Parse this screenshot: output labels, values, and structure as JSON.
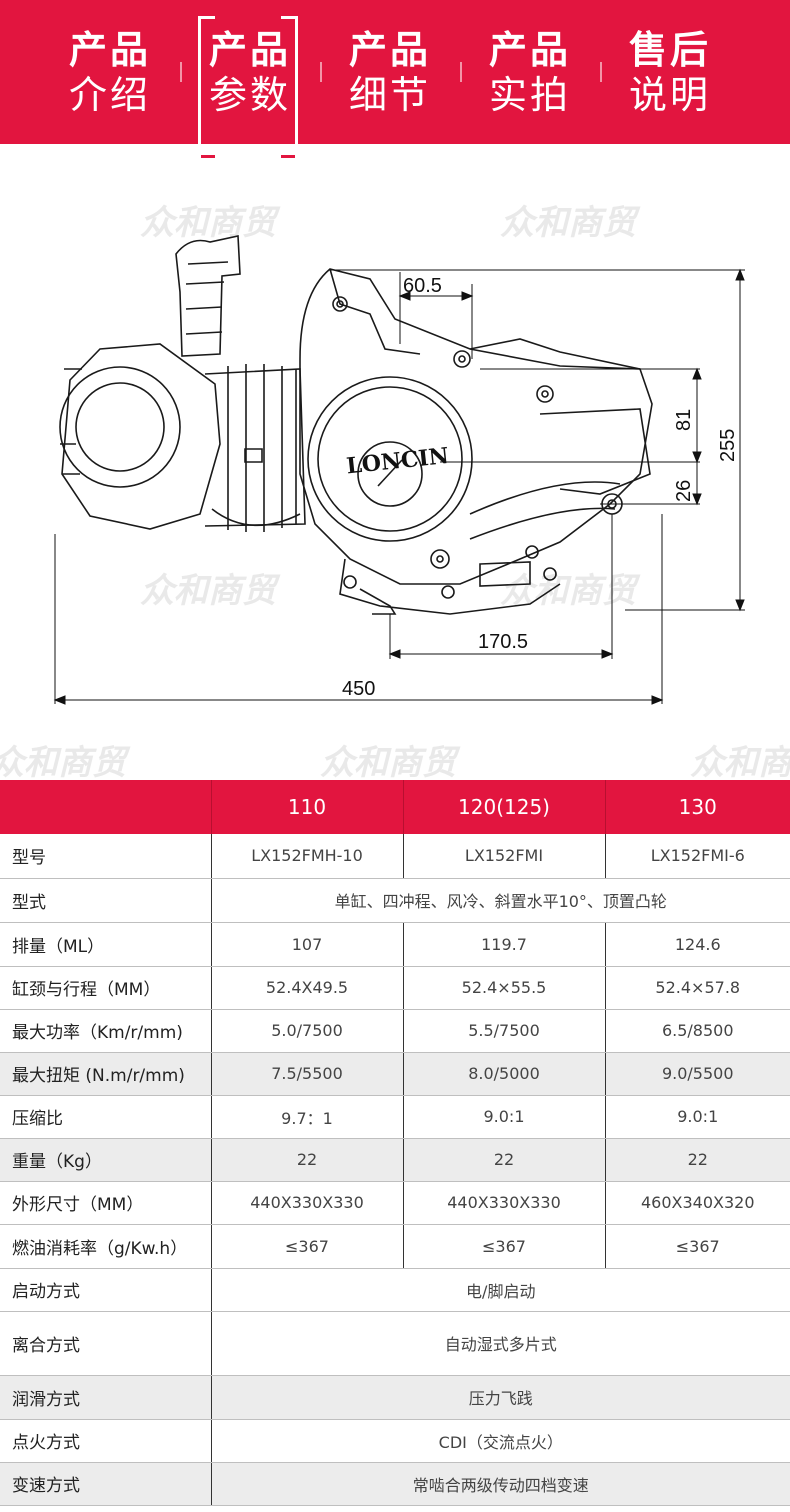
{
  "nav": {
    "tabs": [
      {
        "line1": "产品",
        "line2": "介绍",
        "active": false
      },
      {
        "line1": "产品",
        "line2": "参数",
        "active": true
      },
      {
        "line1": "产品",
        "line2": "细节",
        "active": false
      },
      {
        "line1": "产品",
        "line2": "实拍",
        "active": false
      },
      {
        "line1": "售后",
        "line2": "说明",
        "active": false
      }
    ]
  },
  "watermark": "众和商贸",
  "drawing": {
    "brand": "LONCIN",
    "dimensions": {
      "d60": "60.5",
      "d81": "81",
      "d26": "26",
      "d255": "255",
      "d170": "170.5",
      "d450": "450"
    }
  },
  "table": {
    "headers": [
      "",
      "110",
      "120(125)",
      "130"
    ],
    "rows": [
      {
        "label": "型号",
        "values": [
          "LX152FMH-10",
          "LX152FMI",
          "LX152FMI-6"
        ]
      },
      {
        "label": "型式",
        "span": "单缸、四冲程、风冷、斜置水平10°、顶置凸轮"
      },
      {
        "label": "排量（ML）",
        "values": [
          "107",
          "119.7",
          "124.6"
        ]
      },
      {
        "label": "缸颈与行程（MM）",
        "values": [
          "52.4X49.5",
          "52.4×55.5",
          "52.4×57.8"
        ]
      },
      {
        "label": "最大功率（Km/r/mm)",
        "values": [
          "5.0/7500",
          "5.5/7500",
          "6.5/8500"
        ]
      },
      {
        "label": "最大扭矩 (N.m/r/mm)",
        "values": [
          "7.5/5500",
          "8.0/5000",
          "9.0/5500"
        ]
      },
      {
        "label": "压缩比",
        "values": [
          "9.7：1",
          "9.0:1",
          "9.0:1"
        ]
      },
      {
        "label": "重量（Kg）",
        "values": [
          "22",
          "22",
          "22"
        ]
      },
      {
        "label": "外形尺寸（MM）",
        "values": [
          "440X330X330",
          "440X330X330",
          "460X340X320"
        ]
      },
      {
        "label": "燃油消耗率（g/Kw.h）",
        "values": [
          "≤367",
          "≤367",
          "≤367"
        ]
      },
      {
        "label": "启动方式",
        "span": "电/脚启动"
      },
      {
        "label": "离合方式",
        "span": "自动湿式多片式"
      },
      {
        "label": "润滑方式",
        "span": "压力飞践"
      },
      {
        "label": "点火方式",
        "span": "CDI（交流点火）"
      },
      {
        "label": "变速方式",
        "span": "常啮合两级传动四档变速"
      }
    ]
  }
}
